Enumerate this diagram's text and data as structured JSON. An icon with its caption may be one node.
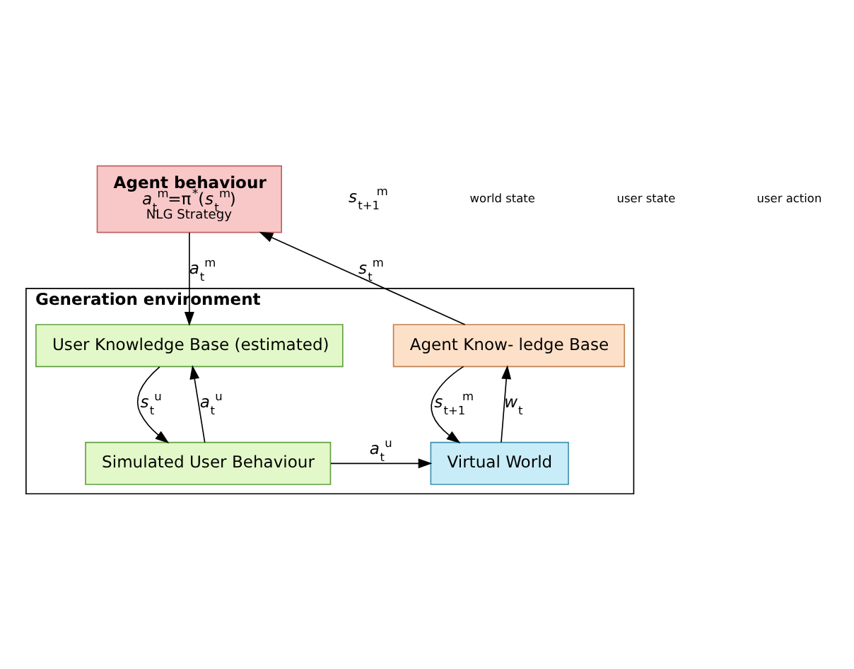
{
  "diagram": {
    "nodes": [
      {
        "text": [
          "Agent behaviour",
          "*a*$_{t}$$^{m}$=π$^{*}$(*s*$_{t}$$^{m}$)",
          "NLG Strategy"
        ]
      },
      {
        "text": [
          "Generation environment"
        ]
      },
      {
        "text": [
          "Agent Know- ledge Base"
        ],
        "in": 1
      },
      {
        "text": [
          "User Knowledge Base (estimated)"
        ],
        "in": 1
      },
      {
        "text": [
          "Virtual World"
        ],
        "in": 1
      },
      {
        "text": [
          "Simulated User Behaviour"
        ],
        "in": 1
      }
    ],
    "edges": [
      {
        "from": 2,
        "to": 0,
        "arrow": "to",
        "label": "*s*$_{t}$$^{m}$"
      },
      {
        "from": 0,
        "to": 3,
        "arrow": "to",
        "label": "*a*$_{t}$$^{m}$"
      },
      {
        "from": 2,
        "to": 4,
        "arrow": "to",
        "label": "*s*$_{t+1}$$^{m}$"
      },
      {
        "from": 4,
        "to": 2,
        "arrow": "to",
        "label": "*w*$_{t}$"
      },
      {
        "from": 3,
        "to": 5,
        "arrow": "to",
        "label": "*s*$_{t}$$^{u}$"
      },
      {
        "from": 5,
        "to": 3,
        "arrow": "to",
        "label": "*a*$_{t}$$^{u}$"
      },
      {
        "from": 5,
        "to": 4,
        "arrow": "to",
        "label": "*a*$_{t}$$^{u}$"
      }
    ],
    "labels": [
      "*s*$_{t+1}$$^{m}$",
      "world state",
      "user state",
      "user action"
    ]
  }
}
